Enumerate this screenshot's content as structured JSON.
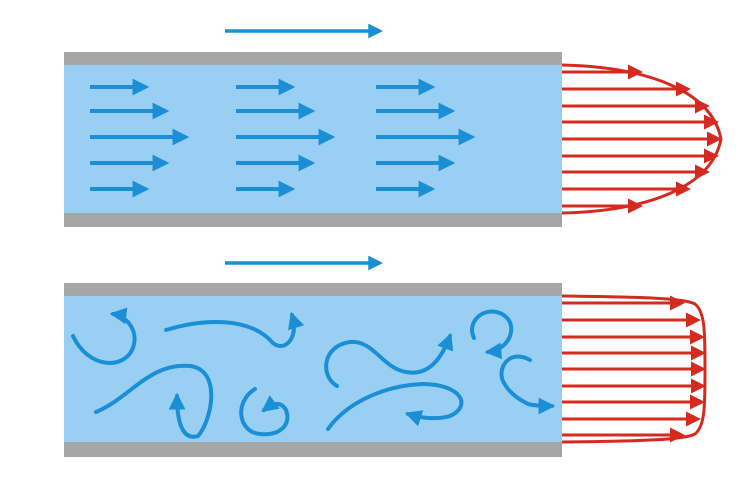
{
  "colors": {
    "background": "#ffffff",
    "fluid": "#99cff2",
    "wall": "#a6a6a6",
    "flow_arrow": "#1a8fd6",
    "profile": "#d42a20"
  },
  "diagram": {
    "panels": [
      {
        "flow_regime": "laminar",
        "direction_indicator": "right-arrow",
        "fluid_arrows": "parallel-straight-arrows",
        "velocity_profile": "parabolic",
        "profile_arrow_count": 9
      },
      {
        "flow_regime": "turbulent",
        "direction_indicator": "right-arrow",
        "fluid_arrows": "swirling-curved-arrows",
        "velocity_profile": "flat-blunt",
        "profile_arrow_count": 9
      }
    ]
  }
}
